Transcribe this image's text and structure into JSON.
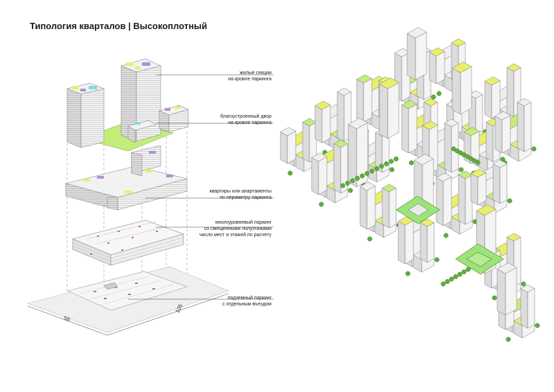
{
  "title": "Типология кварталов | Высокоплотный",
  "labels": [
    {
      "line1": "жилые секции",
      "line2": "на кровле паркинга",
      "line3": ""
    },
    {
      "line1": "благоустроенный двор",
      "line2": "на кровле паркинга",
      "line3": ""
    },
    {
      "line1": "квартиры или апартаменты",
      "line2": "по периметру паркинга",
      "line3": ""
    },
    {
      "line1": "многоуровневый паркинг",
      "line2": "со смещенными полуэтажами",
      "line3": "число мест и этажей по расчету"
    },
    {
      "line1": "подземный паркинг",
      "line2": "с отдельным въездом",
      "line3": ""
    }
  ],
  "dimensions": {
    "width": "58",
    "length": "105"
  },
  "colors": {
    "facade": "#f4f4f4",
    "facade_side": "#dcdcdc",
    "lines": "#888888",
    "roof_yellow": "#e9ef6a",
    "roof_purple": "#b48fd0",
    "roof_cyan": "#7fdce0",
    "courtyard": "#c3ee7a",
    "trees": "#5fae3a",
    "grass": "#9be37a"
  }
}
